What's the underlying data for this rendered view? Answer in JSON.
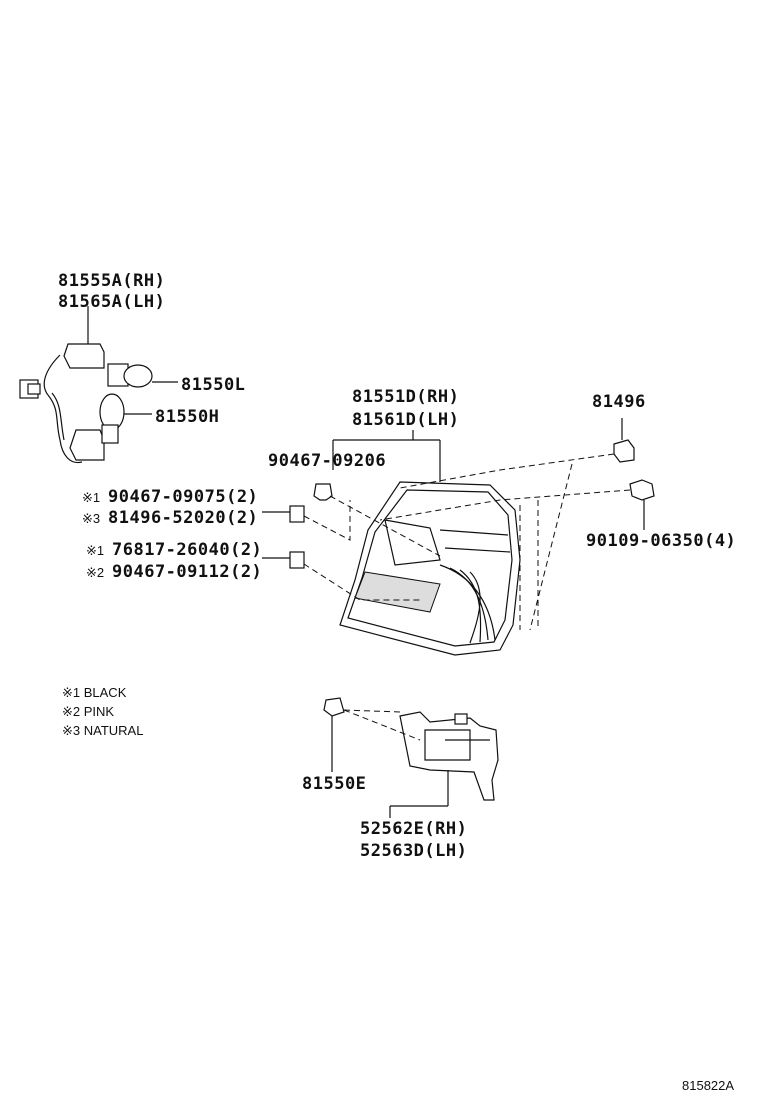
{
  "labels": {
    "p81555a": "81555A(RH)",
    "p81565a": "81565A(LH)",
    "p81550l": "81550L",
    "p81550h": "81550H",
    "p81551d": "81551D(RH)",
    "p81561d": "81561D(LH)",
    "p81496": "81496",
    "p90467_09206": "90467-09206",
    "p90467_09075": "90467-09075(2)",
    "p81496_52020": "81496-52020(2)",
    "p76817_26040": "76817-26040(2)",
    "p90467_09112": "90467-09112(2)",
    "p90109_06350": "90109-06350(4)",
    "p81550e": "81550E",
    "p52562e": "52562E(RH)",
    "p52563d": "52563D(LH)"
  },
  "marks": {
    "m1a": "※1",
    "m3": "※3",
    "m1b": "※1",
    "m2": "※2"
  },
  "legend": [
    "※1 BLACK",
    "※2 PINK",
    "※3 NATURAL"
  ],
  "diagram_id": "815822A"
}
